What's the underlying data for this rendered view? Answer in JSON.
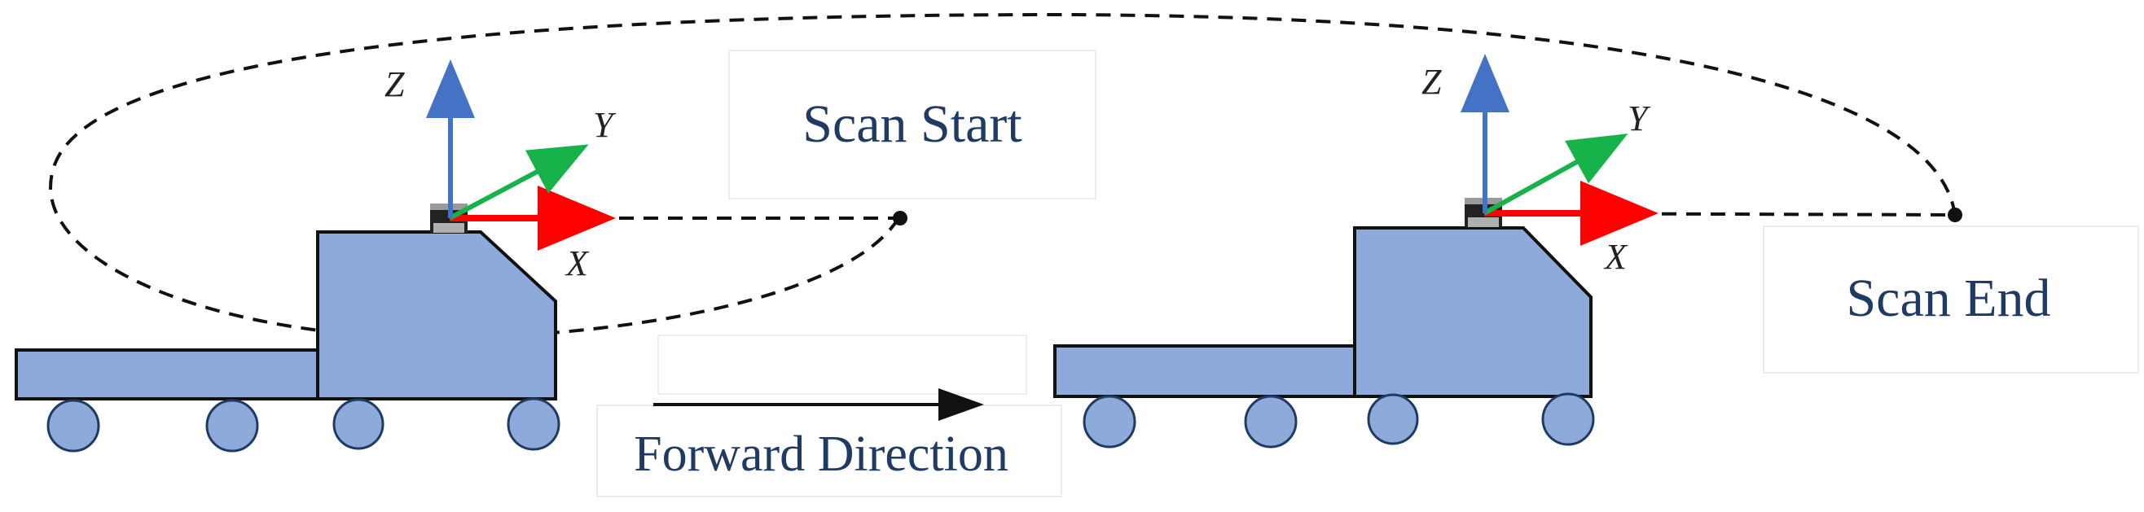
{
  "labels": {
    "scan_start": "Scan Start",
    "scan_end": "Scan End",
    "forward_direction": "Forward Direction"
  },
  "axes": {
    "x": "X",
    "y": "Y",
    "z": "Z"
  },
  "colors": {
    "vehicle": "#8eaadb",
    "label_text": "#1f3b63",
    "x_axis": "#ff0000",
    "y_axis": "#18b24b",
    "z_axis": "#4472c4",
    "trajectory": "#111111"
  }
}
